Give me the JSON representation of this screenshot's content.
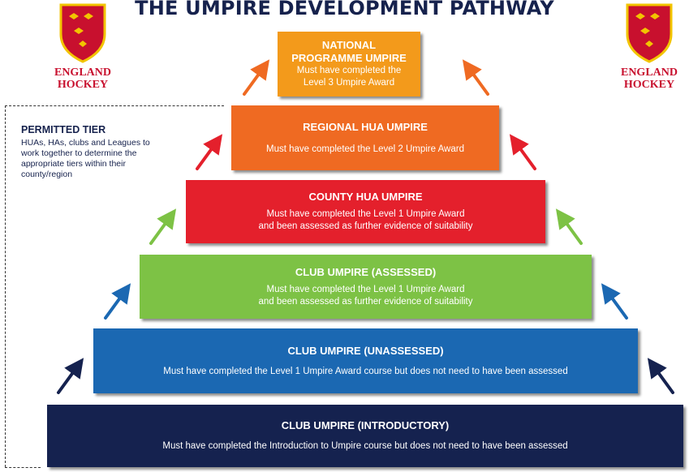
{
  "title": "THE UMPIRE DEVELOPMENT PATHWAY",
  "logo": {
    "line1": "ENGLAND",
    "line2": "HOCKEY",
    "color": "#c8102e"
  },
  "permitted_tier": {
    "heading": "PERMITTED TIER",
    "text": "HUAs, HAs, clubs and Leagues to work together to determine the appropriate tiers within their county/region"
  },
  "tiers": [
    {
      "name_line1": "NATIONAL",
      "name_line2": "PROGRAMME UMPIRE",
      "desc_line1": "Must have completed the",
      "desc_line2": "Level 3 Umpire Award",
      "color": "#f39a1b"
    },
    {
      "name": "REGIONAL HUA UMPIRE",
      "desc": "Must have completed the Level 2 Umpire Award",
      "color": "#ef6a22"
    },
    {
      "name": "COUNTY HUA UMPIRE",
      "desc_line1": "Must have completed the Level 1 Umpire Award",
      "desc_line2": "and been assessed as further evidence of suitability",
      "color": "#e4202c"
    },
    {
      "name": "CLUB UMPIRE (ASSESSED)",
      "desc_line1": "Must have completed the Level 1 Umpire Award",
      "desc_line2": "and been assessed as further evidence of suitability",
      "color": "#7dc245"
    },
    {
      "name": "CLUB UMPIRE (UNASSESSED)",
      "desc": "Must have completed the Level 1 Umpire Award course but does not need to have been assessed",
      "color": "#1b68b2"
    },
    {
      "name": "CLUB UMPIRE (INTRODUCTORY)",
      "desc": "Must have completed the Introduction to Umpire course but does not need to have been assessed",
      "color": "#15224f"
    }
  ]
}
